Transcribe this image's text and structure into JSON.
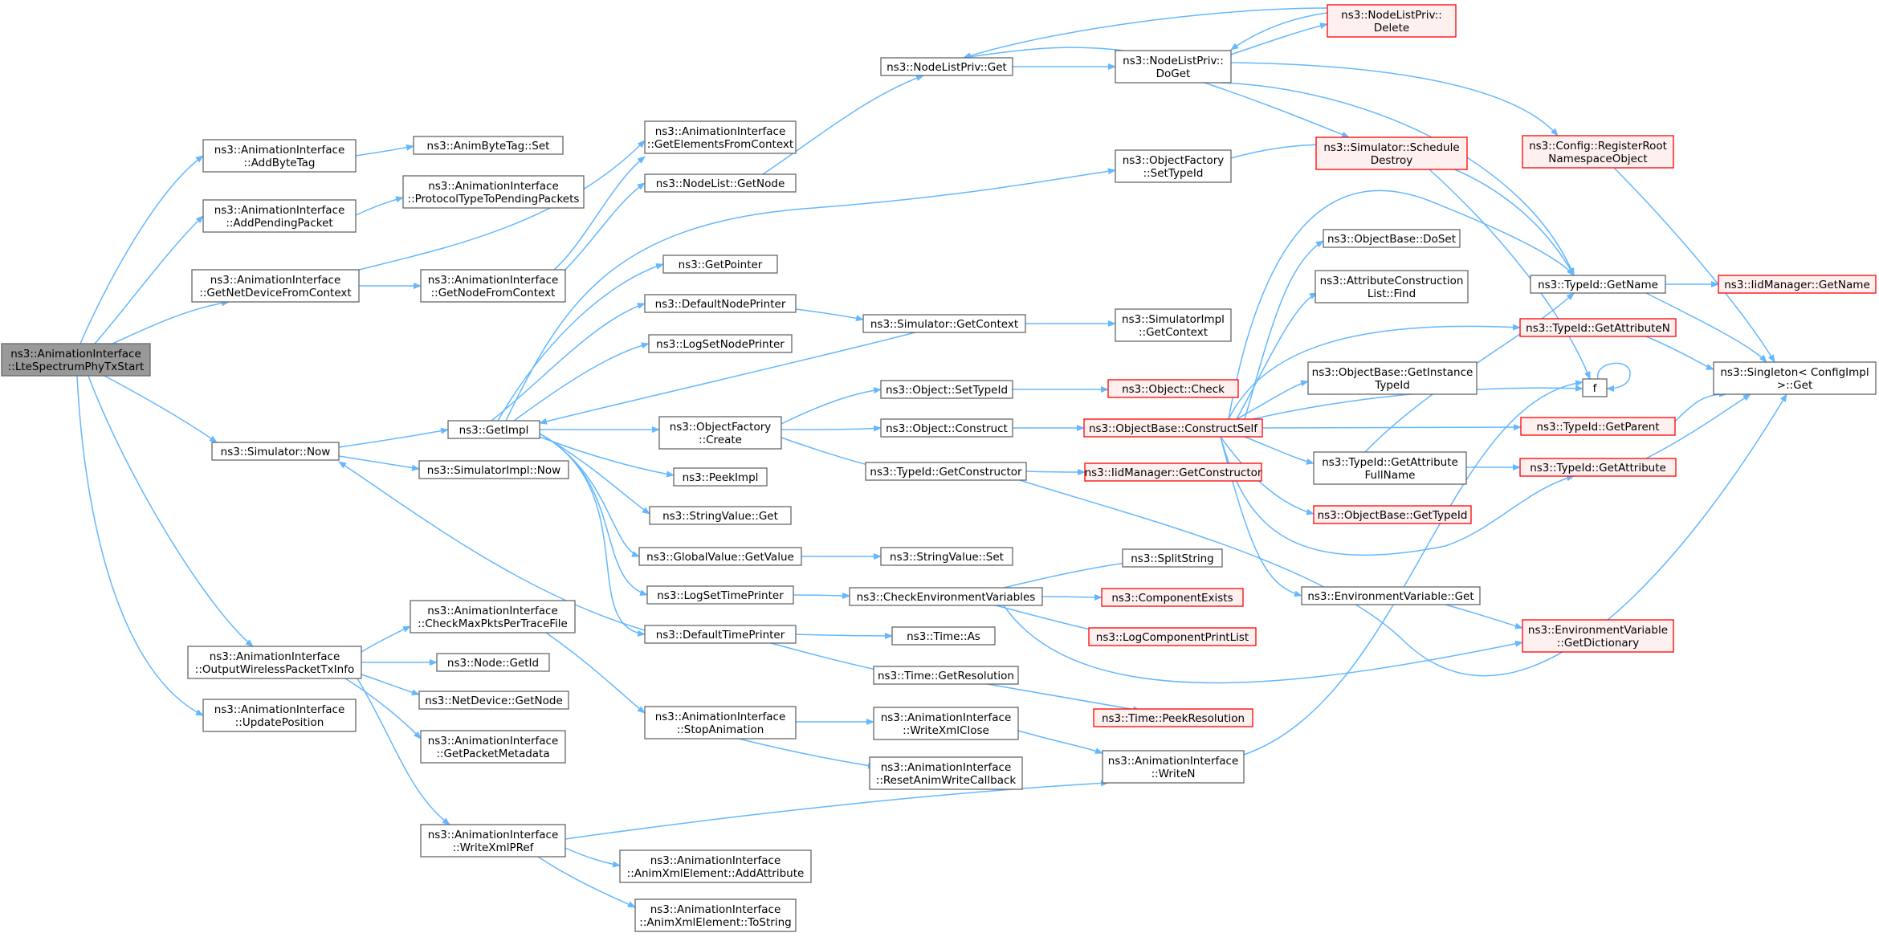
{
  "colors": {
    "edge": "#63b8ff",
    "node_border": "#666666",
    "node_fill": "#ffffff",
    "root_fill": "#999999",
    "truncated_border": "#ff0000",
    "truncated_fill": "#fff0f0",
    "text": "#000000"
  },
  "nodes": [
    {
      "id": "root",
      "lines": [
        "ns3::AnimationInterface",
        "::LteSpectrumPhyTxStart"
      ],
      "style": "root"
    },
    {
      "id": "addByteTag",
      "lines": [
        "ns3::AnimationInterface",
        "::AddByteTag"
      ],
      "style": "normal"
    },
    {
      "id": "addPendingPacket",
      "lines": [
        "ns3::AnimationInterface",
        "::AddPendingPacket"
      ],
      "style": "normal"
    },
    {
      "id": "getNetDevFromCtx",
      "lines": [
        "ns3::AnimationInterface",
        "::GetNetDeviceFromContext"
      ],
      "style": "normal"
    },
    {
      "id": "simNow",
      "lines": [
        "ns3::Simulator::Now"
      ],
      "style": "normal"
    },
    {
      "id": "outputWireless",
      "lines": [
        "ns3::AnimationInterface",
        "::OutputWirelessPacketTxInfo"
      ],
      "style": "normal"
    },
    {
      "id": "updatePosition",
      "lines": [
        "ns3::AnimationInterface",
        "::UpdatePosition"
      ],
      "style": "normal"
    },
    {
      "id": "animByteTagSet",
      "lines": [
        "ns3::AnimByteTag::Set"
      ],
      "style": "normal"
    },
    {
      "id": "protoTypeToPending",
      "lines": [
        "ns3::AnimationInterface",
        "::ProtocolTypeToPendingPackets"
      ],
      "style": "normal"
    },
    {
      "id": "getNodeFromCtx",
      "lines": [
        "ns3::AnimationInterface",
        "::GetNodeFromContext"
      ],
      "style": "normal"
    },
    {
      "id": "getImpl",
      "lines": [
        "ns3::GetImpl"
      ],
      "style": "normal"
    },
    {
      "id": "simImplNow",
      "lines": [
        "ns3::SimulatorImpl::Now"
      ],
      "style": "normal"
    },
    {
      "id": "checkMaxPkts",
      "lines": [
        "ns3::AnimationInterface",
        "::CheckMaxPktsPerTraceFile"
      ],
      "style": "normal"
    },
    {
      "id": "nodeGetId",
      "lines": [
        "ns3::Node::GetId"
      ],
      "style": "normal"
    },
    {
      "id": "netDevGetNode",
      "lines": [
        "ns3::NetDevice::GetNode"
      ],
      "style": "normal"
    },
    {
      "id": "getPacketMetadata",
      "lines": [
        "ns3::AnimationInterface",
        "::GetPacketMetadata"
      ],
      "style": "normal"
    },
    {
      "id": "writeXmlPRef",
      "lines": [
        "ns3::AnimationInterface",
        "::WriteXmlPRef"
      ],
      "style": "normal"
    },
    {
      "id": "getElemsFromCtx",
      "lines": [
        "ns3::AnimationInterface",
        "::GetElementsFromContext"
      ],
      "style": "normal"
    },
    {
      "id": "nodeListGetNode",
      "lines": [
        "ns3::NodeList::GetNode"
      ],
      "style": "normal"
    },
    {
      "id": "getPointer",
      "lines": [
        "ns3::GetPointer"
      ],
      "style": "normal"
    },
    {
      "id": "defaultNodePrinter",
      "lines": [
        "ns3::DefaultNodePrinter"
      ],
      "style": "normal"
    },
    {
      "id": "logSetNodePrinter",
      "lines": [
        "ns3::LogSetNodePrinter"
      ],
      "style": "normal"
    },
    {
      "id": "objFactoryCreate",
      "lines": [
        "ns3::ObjectFactory",
        "::Create"
      ],
      "style": "normal"
    },
    {
      "id": "peekImpl",
      "lines": [
        "ns3::PeekImpl"
      ],
      "style": "normal"
    },
    {
      "id": "stringValueGet",
      "lines": [
        "ns3::StringValue::Get"
      ],
      "style": "normal"
    },
    {
      "id": "globalValueGetValue",
      "lines": [
        "ns3::GlobalValue::GetValue"
      ],
      "style": "normal"
    },
    {
      "id": "logSetTimePrinter",
      "lines": [
        "ns3::LogSetTimePrinter"
      ],
      "style": "normal"
    },
    {
      "id": "defaultTimePrinter",
      "lines": [
        "ns3::DefaultTimePrinter"
      ],
      "style": "normal"
    },
    {
      "id": "stopAnimation",
      "lines": [
        "ns3::AnimationInterface",
        "::StopAnimation"
      ],
      "style": "normal"
    },
    {
      "id": "animXmlAddAttr",
      "lines": [
        "ns3::AnimationInterface",
        "::AnimXmlElement::AddAttribute"
      ],
      "style": "normal"
    },
    {
      "id": "animXmlToString",
      "lines": [
        "ns3::AnimationInterface",
        "::AnimXmlElement::ToString"
      ],
      "style": "normal"
    },
    {
      "id": "nodeListPrivGet",
      "lines": [
        "ns3::NodeListPriv::Get"
      ],
      "style": "normal"
    },
    {
      "id": "objFactorySetTypeId",
      "lines": [
        "ns3::ObjectFactory",
        "::SetTypeId"
      ],
      "style": "normal"
    },
    {
      "id": "simGetContext",
      "lines": [
        "ns3::Simulator::GetContext"
      ],
      "style": "normal"
    },
    {
      "id": "objectSetTypeId",
      "lines": [
        "ns3::Object::SetTypeId"
      ],
      "style": "normal"
    },
    {
      "id": "objectConstruct",
      "lines": [
        "ns3::Object::Construct"
      ],
      "style": "normal"
    },
    {
      "id": "typeIdGetConstructor",
      "lines": [
        "ns3::TypeId::GetConstructor"
      ],
      "style": "normal"
    },
    {
      "id": "stringValueSet",
      "lines": [
        "ns3::StringValue::Set"
      ],
      "style": "normal"
    },
    {
      "id": "checkEnvVars",
      "lines": [
        "ns3::CheckEnvironmentVariables"
      ],
      "style": "normal"
    },
    {
      "id": "timeAs",
      "lines": [
        "ns3::Time::As"
      ],
      "style": "normal"
    },
    {
      "id": "timeGetResolution",
      "lines": [
        "ns3::Time::GetResolution"
      ],
      "style": "normal"
    },
    {
      "id": "writeXmlClose",
      "lines": [
        "ns3::AnimationInterface",
        "::WriteXmlClose"
      ],
      "style": "normal"
    },
    {
      "id": "resetAnimWriteCb",
      "lines": [
        "ns3::AnimationInterface",
        "::ResetAnimWriteCallback"
      ],
      "style": "normal"
    },
    {
      "id": "nodeListPrivDoGet",
      "lines": [
        "ns3::NodeListPriv::",
        "DoGet"
      ],
      "style": "normal"
    },
    {
      "id": "simImplGetContext",
      "lines": [
        "ns3::SimulatorImpl",
        "::GetContext"
      ],
      "style": "normal"
    },
    {
      "id": "objectCheck",
      "lines": [
        "ns3::Object::Check"
      ],
      "style": "truncated"
    },
    {
      "id": "objBaseConstructSelf",
      "lines": [
        "ns3::ObjectBase::ConstructSelf"
      ],
      "style": "truncated"
    },
    {
      "id": "iidMgrGetConstructor",
      "lines": [
        "ns3::IidManager::GetConstructor"
      ],
      "style": "truncated"
    },
    {
      "id": "splitString",
      "lines": [
        "ns3::SplitString"
      ],
      "style": "normal"
    },
    {
      "id": "componentExists",
      "lines": [
        "ns3::ComponentExists"
      ],
      "style": "truncated"
    },
    {
      "id": "logComponentPrintList",
      "lines": [
        "ns3::LogComponentPrintList"
      ],
      "style": "truncated"
    },
    {
      "id": "timePeekResolution",
      "lines": [
        "ns3::Time::PeekResolution"
      ],
      "style": "truncated"
    },
    {
      "id": "writeN",
      "lines": [
        "ns3::AnimationInterface",
        "::WriteN"
      ],
      "style": "normal"
    },
    {
      "id": "nodeListPrivDelete",
      "lines": [
        "ns3::NodeListPriv::",
        "Delete"
      ],
      "style": "truncated"
    },
    {
      "id": "simScheduleDestroy",
      "lines": [
        "ns3::Simulator::Schedule",
        "Destroy"
      ],
      "style": "truncated"
    },
    {
      "id": "objBaseDoSet",
      "lines": [
        "ns3::ObjectBase::DoSet"
      ],
      "style": "normal"
    },
    {
      "id": "attrConstructionListFind",
      "lines": [
        "ns3::AttributeConstruction",
        "List::Find"
      ],
      "style": "normal"
    },
    {
      "id": "objBaseGetInstanceTypeId",
      "lines": [
        "ns3::ObjectBase::GetInstance",
        "TypeId"
      ],
      "style": "normal"
    },
    {
      "id": "typeIdGetAttrFullName",
      "lines": [
        "ns3::TypeId::GetAttribute",
        "FullName"
      ],
      "style": "normal"
    },
    {
      "id": "objBaseGetTypeId",
      "lines": [
        "ns3::ObjectBase::GetTypeId"
      ],
      "style": "truncated"
    },
    {
      "id": "envVarGet",
      "lines": [
        "ns3::EnvironmentVariable::Get"
      ],
      "style": "normal"
    },
    {
      "id": "configRegisterRoot",
      "lines": [
        "ns3::Config::RegisterRoot",
        "NamespaceObject"
      ],
      "style": "truncated"
    },
    {
      "id": "typeIdGetName",
      "lines": [
        "ns3::TypeId::GetName"
      ],
      "style": "normal"
    },
    {
      "id": "typeIdGetAttributeN",
      "lines": [
        "ns3::TypeId::GetAttributeN"
      ],
      "style": "truncated"
    },
    {
      "id": "f",
      "lines": [
        "f"
      ],
      "style": "normal"
    },
    {
      "id": "typeIdGetParent",
      "lines": [
        "ns3::TypeId::GetParent"
      ],
      "style": "truncated"
    },
    {
      "id": "typeIdGetAttribute",
      "lines": [
        "ns3::TypeId::GetAttribute"
      ],
      "style": "truncated"
    },
    {
      "id": "envVarGetDictionary",
      "lines": [
        "ns3::EnvironmentVariable",
        "::GetDictionary"
      ],
      "style": "truncated"
    },
    {
      "id": "iidMgrGetName",
      "lines": [
        "ns3::IidManager::GetName"
      ],
      "style": "truncated"
    },
    {
      "id": "singletonGet",
      "lines": [
        "ns3::Singleton< ConfigImpl",
        ">::Get"
      ],
      "style": "normal"
    }
  ]
}
